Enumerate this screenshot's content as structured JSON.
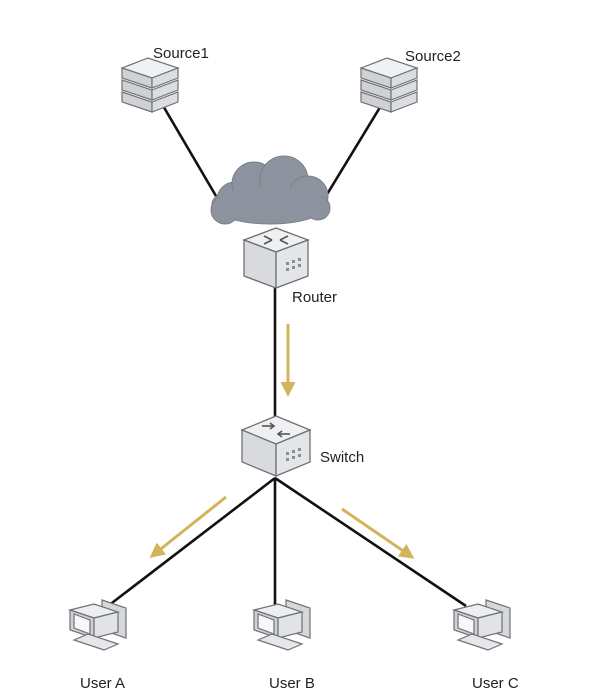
{
  "nodes": {
    "source1": {
      "label": "Source1"
    },
    "source2": {
      "label": "Source2"
    },
    "router": {
      "label": "Router"
    },
    "switch": {
      "label": "Switch"
    },
    "user_a": {
      "label": "User A"
    },
    "user_b": {
      "label": "User B"
    },
    "user_c": {
      "label": "User C"
    }
  },
  "colors": {
    "link": "#111111",
    "arrow": "#d4b35a",
    "device_fill": "#e6e7ea",
    "device_stroke": "#6e7176",
    "cloud": "#8d939e"
  },
  "icons": {
    "source": "server-stack-icon",
    "cloud": "cloud-icon",
    "router": "router-icon",
    "switch": "switch-icon",
    "user": "desktop-computer-icon",
    "flow": "arrow-icon"
  }
}
